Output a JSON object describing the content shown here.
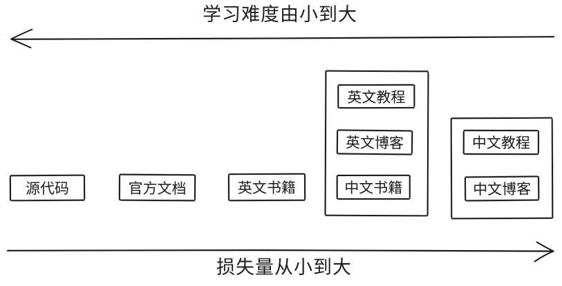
{
  "colors": {
    "ink": "#1b1b1b",
    "background": "#ffffff"
  },
  "axes": {
    "top": {
      "label": "学习难度由小到大",
      "arrow_direction": "left"
    },
    "bottom": {
      "label": "损失量从小到大",
      "arrow_direction": "right"
    }
  },
  "boxes": {
    "standalone": [
      {
        "label": "源代码"
      },
      {
        "label": "官方文档"
      },
      {
        "label": "英文书籍"
      }
    ],
    "group_a": {
      "items": [
        {
          "label": "英文教程"
        },
        {
          "label": "英文博客"
        },
        {
          "label": "中文书籍"
        }
      ]
    },
    "group_b": {
      "items": [
        {
          "label": "中文教程"
        },
        {
          "label": "中文博客"
        }
      ]
    }
  }
}
